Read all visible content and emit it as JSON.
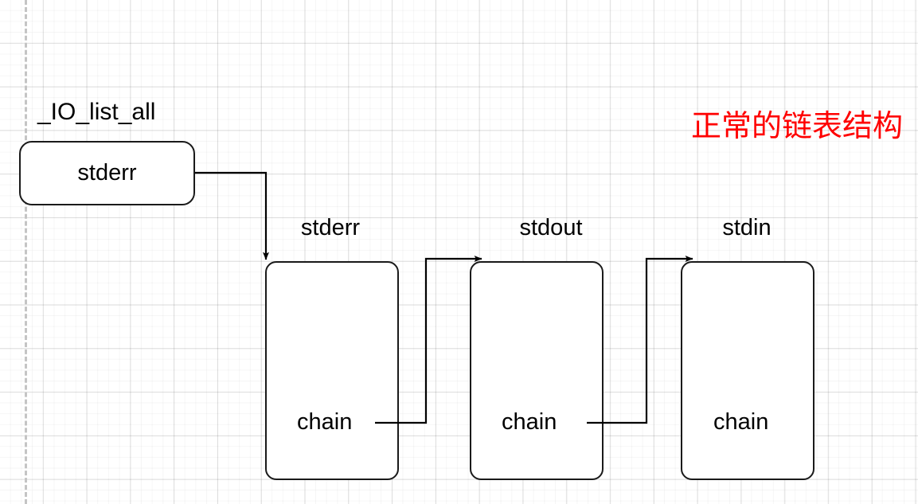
{
  "diagram": {
    "title_annotation": "正常的链表结构",
    "annotation_color": "#ff0000",
    "head_pointer": {
      "label": "_IO_list_all",
      "node_label": "stderr"
    },
    "nodes": [
      {
        "header": "stderr",
        "field": "chain"
      },
      {
        "header": "stdout",
        "field": "chain"
      },
      {
        "header": "stdin",
        "field": "chain"
      }
    ],
    "edges": [
      {
        "from": "head",
        "to": "stderr-node"
      },
      {
        "from": "stderr-node",
        "to": "stdout-node"
      },
      {
        "from": "stdout-node",
        "to": "stdin-node"
      }
    ]
  }
}
